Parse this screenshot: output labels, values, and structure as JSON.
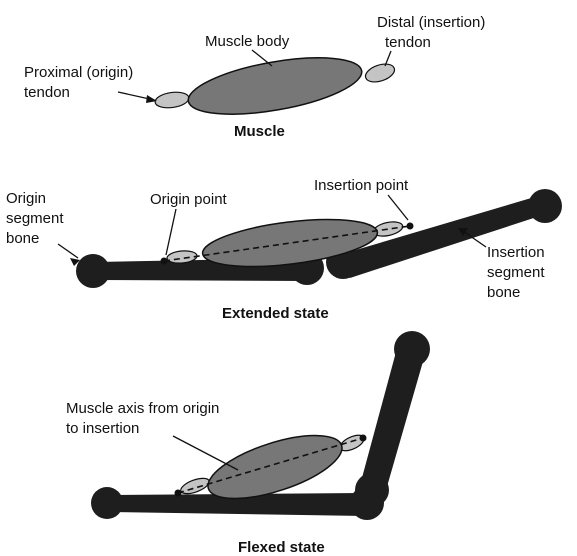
{
  "colors": {
    "muscle_body": "#777777",
    "tendon": "#c4c4c4",
    "bone": "#1e1e1e",
    "text": "#111111"
  },
  "panel_muscle": {
    "label_muscle_body": "Muscle body",
    "label_distal_line1": "Distal (insertion)",
    "label_distal_line2": "tendon",
    "label_proximal_line1": "Proximal (origin)",
    "label_proximal_line2": "tendon",
    "caption": "Muscle"
  },
  "panel_extended": {
    "label_origin_bone_line1": "Origin",
    "label_origin_bone_line2": "segment",
    "label_origin_bone_line3": "bone",
    "label_origin_point": "Origin point",
    "label_insertion_point": "Insertion point",
    "label_insertion_bone_line1": "Insertion",
    "label_insertion_bone_line2": "segment",
    "label_insertion_bone_line3": "bone",
    "caption": "Extended state"
  },
  "panel_flexed": {
    "label_axis_line1": "Muscle axis from origin",
    "label_axis_line2": "to insertion",
    "caption": "Flexed state"
  }
}
